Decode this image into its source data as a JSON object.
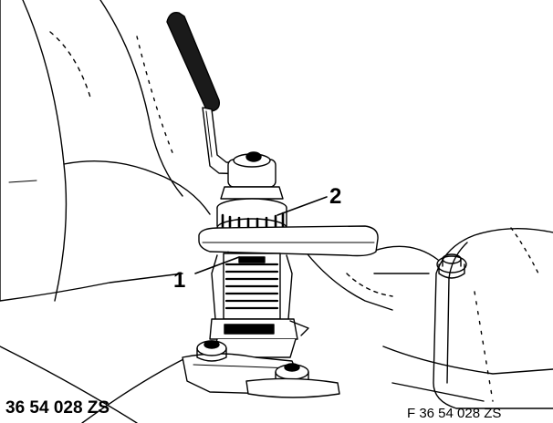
{
  "callouts": {
    "one": "1",
    "two": "2"
  },
  "figure_code": "36 54 028 ZS",
  "figure_ref": "F 36 54 028 ZS",
  "colors": {
    "ink": "#000000",
    "paper": "#ffffff"
  }
}
